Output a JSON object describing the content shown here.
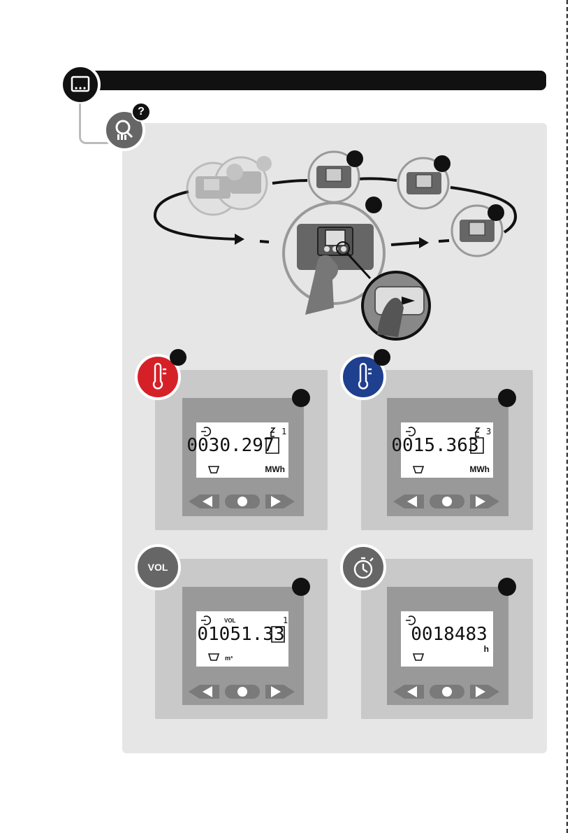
{
  "help_badge": "?",
  "colors": {
    "heating_accent": "#d62027",
    "cooling_accent": "#1f3f8f",
    "panel_background": "#e6e6e6",
    "header_bar": "#111111"
  },
  "icons": {
    "header": "display-icon",
    "section": "diagnostics-search-icon",
    "heating": "thermometer-icon",
    "cooling": "thermometer-icon",
    "volume": "vol-icon",
    "hours": "stopwatch-icon"
  },
  "displays": [
    {
      "id": "heating-energy",
      "icon_label": "",
      "digits": "0030.297",
      "channel": "1",
      "unit": "MWh"
    },
    {
      "id": "cooling-energy",
      "icon_label": "",
      "digits": "0015.363",
      "channel": "3",
      "unit": "MWh"
    },
    {
      "id": "volume",
      "icon_label": "VOL",
      "lcd_label": "VOL",
      "digits": "01051.33",
      "channel": "1",
      "unit": "m³"
    },
    {
      "id": "operating-hours",
      "icon_label": "",
      "digits": "0018483",
      "channel": "",
      "unit": "h"
    }
  ]
}
